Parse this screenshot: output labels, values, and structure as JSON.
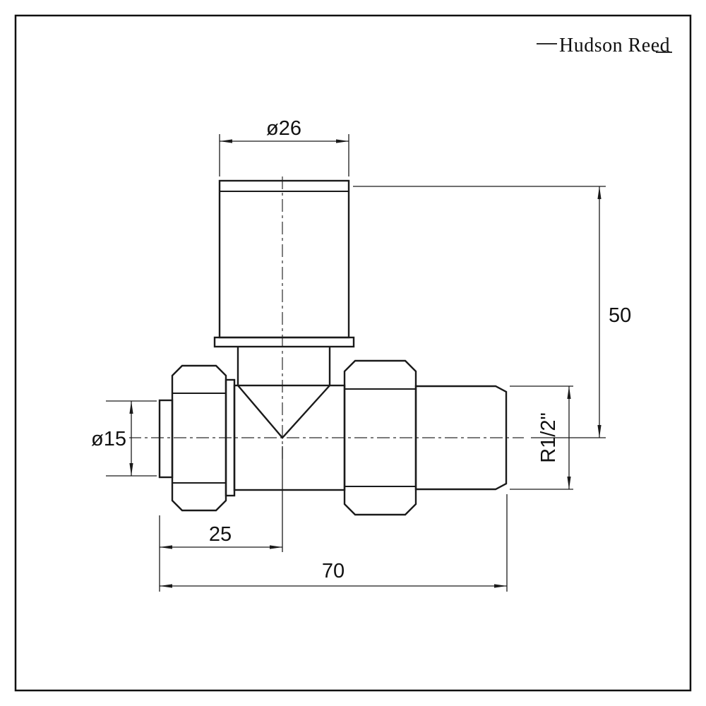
{
  "brand": {
    "name": "Hudson Reed"
  },
  "dimensions": {
    "head_diameter": "ø26",
    "valve_height": "50",
    "inlet_diameter": "ø15",
    "thread_size": "R1/2\"",
    "center_offset": "25",
    "overall_length": "70"
  },
  "colors": {
    "line": "#1a1a1a",
    "background": "#ffffff"
  }
}
